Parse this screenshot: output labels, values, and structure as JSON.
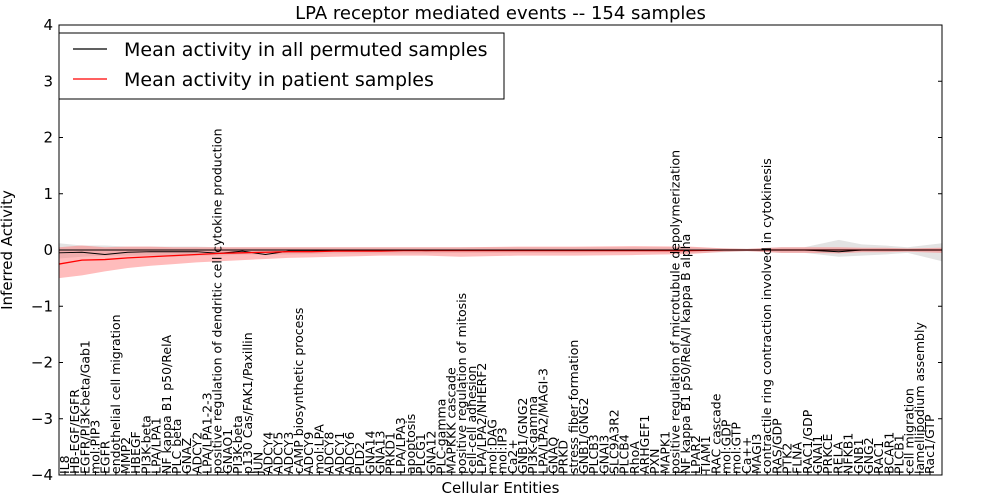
{
  "chart_data": {
    "type": "line",
    "title": "LPA receptor mediated events -- 154 samples",
    "xlabel": "Cellular Entities",
    "ylabel": "Inferred Activity",
    "ylim": [
      -4,
      4
    ],
    "yticks": [
      -4,
      -3,
      -2,
      -1,
      0,
      1,
      2,
      3,
      4
    ],
    "ytick_labels": [
      "−4",
      "−3",
      "−2",
      "−1",
      "0",
      "1",
      "2",
      "3",
      "4"
    ],
    "grid": false,
    "legend_position": "top-left",
    "categories": [
      "IL8",
      "HB-EGF/EGFR",
      "EGFR/PI3K-beta/Gab1",
      "mol:PIP3",
      "EGFR",
      "endothelial cell migration",
      "MMP2",
      "HBEGF",
      "PI3K-beta",
      "LPA/LPA1",
      "NF kappa B1 p50/RelA",
      "PLC beta",
      "GNAZ",
      "ADCY2",
      "LPA/LPA1-2-3",
      "positive regulation of dendritic cell cytokine production",
      "GNAO1",
      "PI3K-beta",
      "p130 Cas/FAK1/Paxillin",
      "JUN",
      "ADCY4",
      "ADCY5",
      "ADCY3",
      "cAMP biosynthetic process",
      "ADCY9",
      "mol:LPA",
      "ADCY8",
      "ADCY1",
      "ADCY6",
      "PLD2",
      "GNA14",
      "GNA13",
      "PRKD1",
      "LPA/LPA3",
      "apoptosis",
      "PLCG1",
      "GNA12",
      "PLC-gamma",
      "MAPKKK cascade",
      "positive regulation of mitosis",
      "cell-cell adhesion",
      "LPA/LPA2/NHERF2",
      "mol:DAG",
      "mol:IP3",
      "Ca2+",
      "GNB1/GNG2",
      "PI3K-gamma",
      "LPA/LPA2/MAGI-3",
      "GNAQ",
      "PRKD",
      "stress fiber formation",
      "GNB1/GNG2",
      "PLCB3",
      "GNAI3",
      "SLC9A3R2",
      "PLCB4",
      "RhoA",
      "ARHGEF1",
      "PXN",
      "MAPK1",
      "positive regulation of microtubule depolymerization",
      "NF kappa B1 p50/RelA/I kappa B alpha",
      "LPAR2",
      "TIAM1",
      "RAC cascade",
      "mol:GDP",
      "mol:GTP",
      "Ca++",
      "MAGI3",
      "contractile ring contraction involved in cytokinesis",
      "RAS/GDP",
      "PTK2",
      "FLNA",
      "RAC1/GDP",
      "GNAI1",
      "PRKCE",
      "RELA",
      "NFKB1",
      "GNB1",
      "GNG2",
      "RAC1",
      "BCAR1",
      "PLCB1",
      "cell migration",
      "lamellipodium assembly",
      "Rac1/GTP"
    ],
    "x_range": [
      0,
      154
    ],
    "series": [
      {
        "name": "Mean activity in all permuted samples",
        "color": "#000000",
        "x": [
          0,
          4,
          8,
          12,
          16,
          20,
          24,
          28,
          32,
          36,
          40,
          44,
          48,
          52,
          56,
          60,
          64,
          70,
          80,
          90,
          100,
          110,
          116,
          120,
          126,
          130,
          136,
          140,
          144,
          148,
          154
        ],
        "y": [
          -0.05,
          -0.04,
          -0.08,
          -0.04,
          -0.03,
          -0.03,
          -0.03,
          -0.06,
          -0.02,
          -0.08,
          -0.02,
          -0.02,
          -0.01,
          -0.01,
          -0.01,
          0.0,
          -0.01,
          0.0,
          0.0,
          0.0,
          0.0,
          0.0,
          0.0,
          0.0,
          0.0,
          0.0,
          -0.03,
          0.0,
          0.0,
          0.0,
          0.0
        ],
        "band_low": [
          -0.15,
          -0.12,
          -0.1,
          -0.1,
          -0.1,
          -0.12,
          -0.1,
          -0.1,
          -0.08,
          -0.08,
          -0.08,
          -0.07,
          -0.06,
          -0.06,
          -0.06,
          -0.06,
          -0.06,
          -0.05,
          -0.05,
          -0.05,
          -0.04,
          -0.05,
          -0.04,
          -0.02,
          -0.05,
          -0.05,
          -0.12,
          -0.1,
          -0.08,
          -0.05,
          -0.2
        ],
        "band_high": [
          0.12,
          0.08,
          0.08,
          0.06,
          0.06,
          0.06,
          0.06,
          0.05,
          0.05,
          0.05,
          0.05,
          0.05,
          0.05,
          0.05,
          0.05,
          0.05,
          0.05,
          0.05,
          0.05,
          0.05,
          0.05,
          0.05,
          0.03,
          0.02,
          0.05,
          0.05,
          0.18,
          0.1,
          0.08,
          0.05,
          0.12
        ]
      },
      {
        "name": "Mean activity in patient samples",
        "color": "#ff0000",
        "x": [
          0,
          4,
          8,
          12,
          16,
          20,
          24,
          28,
          32,
          36,
          40,
          44,
          48,
          52,
          56,
          60,
          64,
          70,
          80,
          90,
          100,
          110,
          116,
          120,
          126,
          130,
          136,
          140,
          144,
          148,
          154
        ],
        "y": [
          -0.25,
          -0.18,
          -0.17,
          -0.14,
          -0.12,
          -0.1,
          -0.08,
          -0.06,
          -0.05,
          -0.04,
          -0.03,
          -0.03,
          -0.02,
          -0.02,
          -0.02,
          -0.01,
          -0.01,
          -0.01,
          -0.01,
          -0.01,
          -0.01,
          -0.01,
          0.0,
          0.0,
          0.0,
          0.0,
          0.0,
          0.0,
          0.0,
          0.0,
          0.0
        ],
        "band_low": [
          -0.5,
          -0.45,
          -0.38,
          -0.32,
          -0.28,
          -0.25,
          -0.22,
          -0.2,
          -0.18,
          -0.16,
          -0.14,
          -0.13,
          -0.12,
          -0.11,
          -0.1,
          -0.1,
          -0.1,
          -0.12,
          -0.1,
          -0.1,
          -0.09,
          -0.07,
          -0.03,
          -0.02,
          -0.05,
          -0.05,
          -0.06,
          -0.04,
          -0.04,
          -0.03,
          -0.05
        ],
        "band_high": [
          0.05,
          0.08,
          0.05,
          0.06,
          0.06,
          0.05,
          0.05,
          0.05,
          0.05,
          0.05,
          0.05,
          0.05,
          0.05,
          0.05,
          0.05,
          0.05,
          0.05,
          0.05,
          0.06,
          0.06,
          0.07,
          0.06,
          0.03,
          0.02,
          0.05,
          0.05,
          0.05,
          0.04,
          0.04,
          0.03,
          0.04
        ]
      }
    ]
  }
}
